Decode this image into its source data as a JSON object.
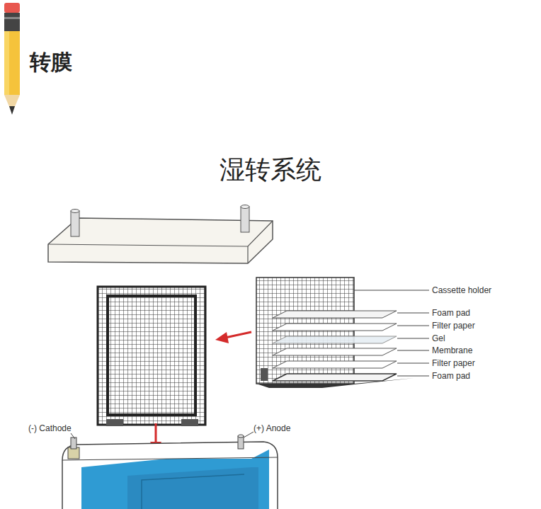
{
  "diagram": {
    "title": "转膜",
    "labels": [
      "湿转系统",
      "Cassette holder",
      "Foam pad",
      "Filter paper",
      "Gel",
      "Membrane",
      "Filter paper",
      "Foam pad",
      "(-) Cathode",
      "(+) Anode"
    ]
  }
}
